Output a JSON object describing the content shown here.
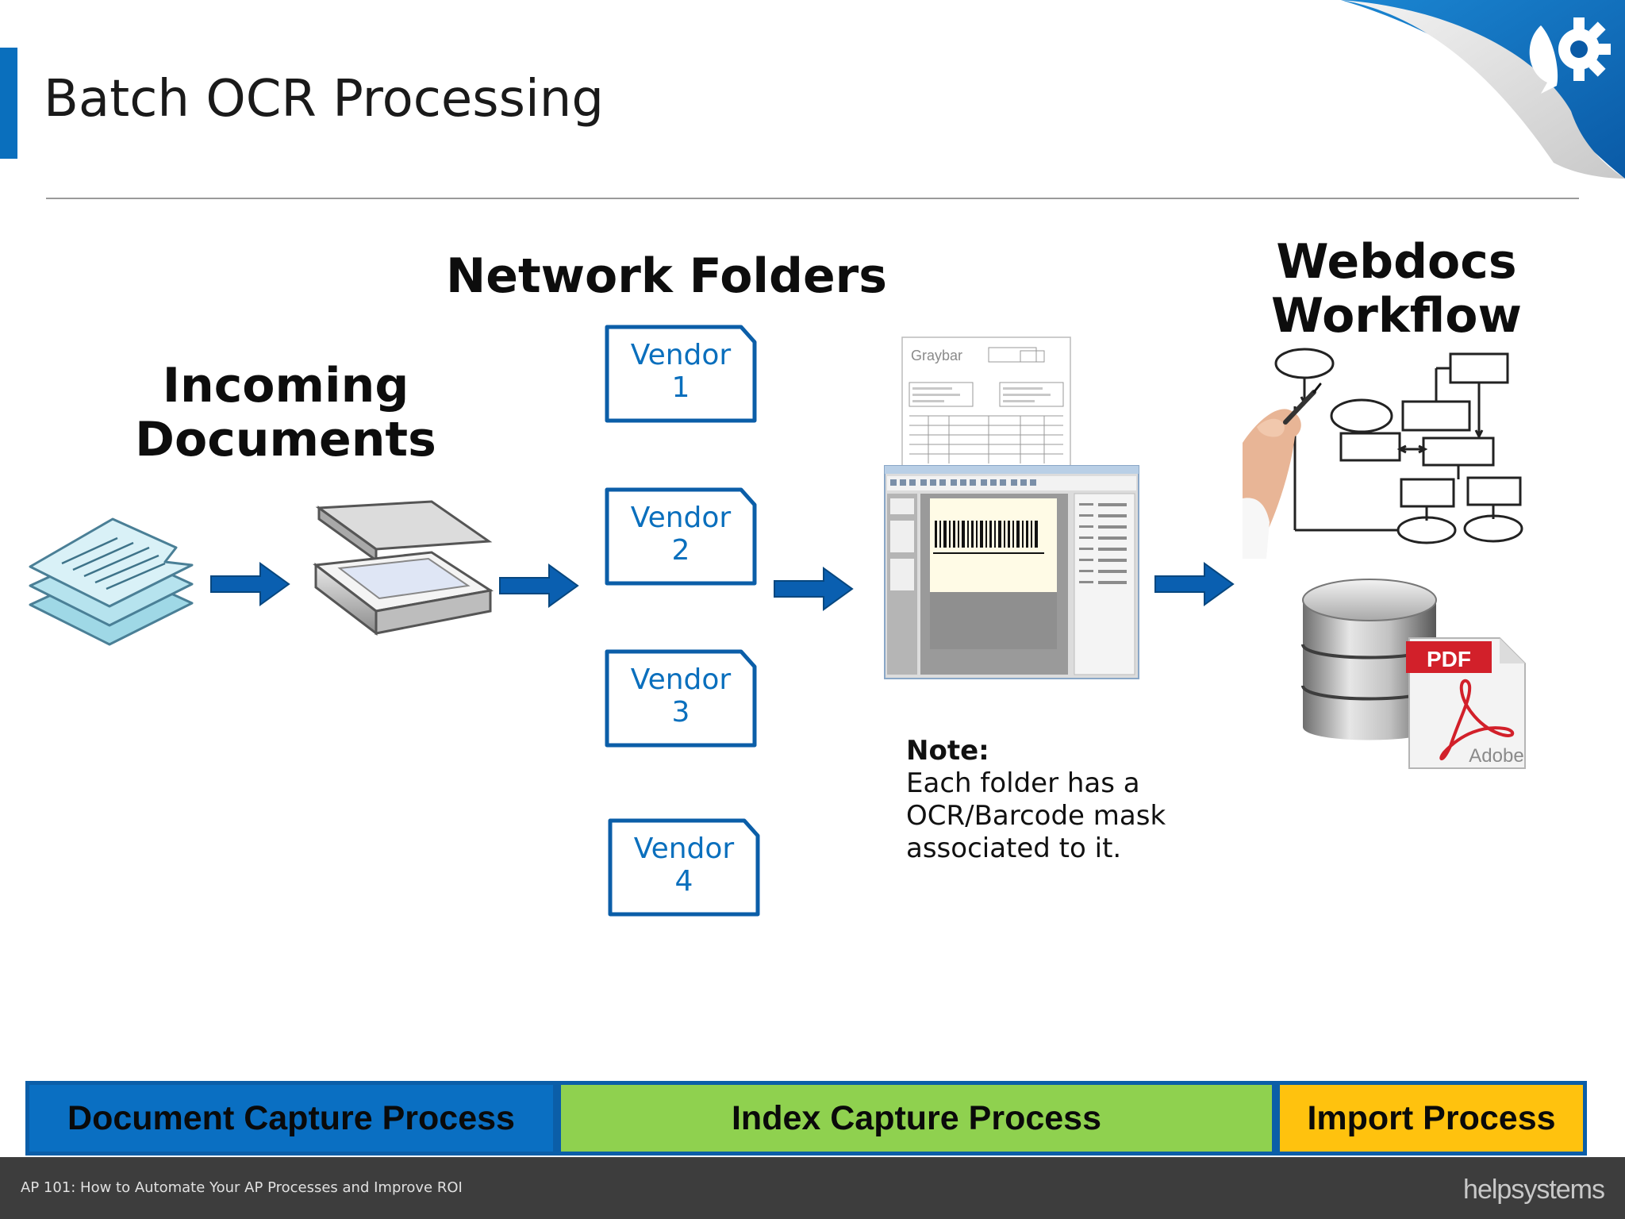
{
  "slide": {
    "title": "Batch OCR Processing",
    "footer": "AP 101: How to Automate Your AP Processes and Improve ROI",
    "logo": "helpsystems"
  },
  "headings": {
    "incoming_line1": "Incoming",
    "incoming_line2": "Documents",
    "network": "Network Folders",
    "webdocs_line1": "Webdocs",
    "webdocs_line2": "Workflow"
  },
  "folders": [
    {
      "line1": "Vendor",
      "line2": "1"
    },
    {
      "line1": "Vendor",
      "line2": "2"
    },
    {
      "line1": "Vendor",
      "line2": "3"
    },
    {
      "line1": "Vendor",
      "line2": "4"
    }
  ],
  "note": {
    "label": "Note:",
    "line1": "Each folder has a",
    "line2": "OCR/Barcode mask",
    "line3": "associated to it."
  },
  "invoice": {
    "brand": "Graybar"
  },
  "pdf_icon": {
    "label": "PDF",
    "brand": "Adobe"
  },
  "process_bands": [
    {
      "label": "Document Capture Process",
      "color": "#0a6fc2",
      "text_color": "#0a0a0a"
    },
    {
      "label": "Index Capture Process",
      "color": "#8fd14f",
      "text_color": "#0a0a0a"
    },
    {
      "label": "Import Process",
      "color": "#ffc20e",
      "text_color": "#0a0a0a"
    }
  ],
  "colors": {
    "accent": "#0a6fbd",
    "arrow": "#0a5fb0"
  }
}
